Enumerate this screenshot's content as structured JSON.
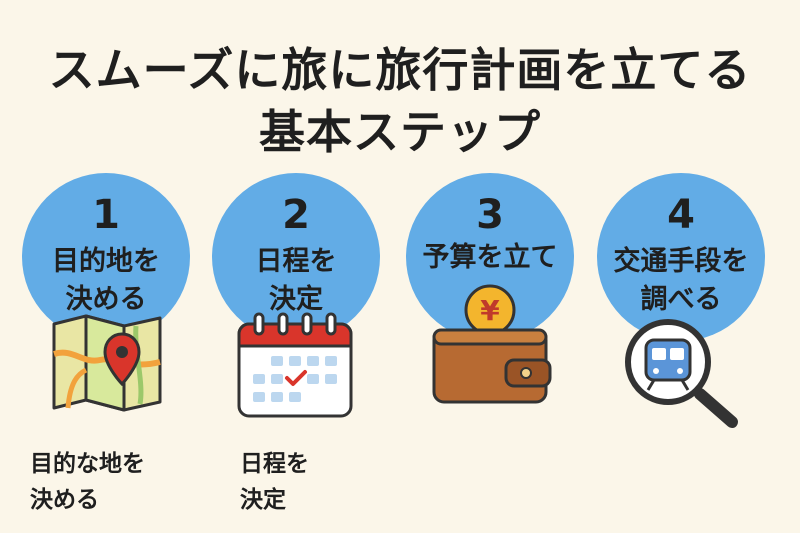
{
  "title": {
    "line1": "スムーズに旅に旅行計画を立てる",
    "line2": "基本ステップ"
  },
  "steps": [
    {
      "number": "1",
      "label": "目的地を\n決める",
      "icon": "map-pin-icon"
    },
    {
      "number": "2",
      "label": "日程を\n決定",
      "icon": "calendar-icon"
    },
    {
      "number": "3",
      "label": "予算を立て",
      "icon": "wallet-icon"
    },
    {
      "number": "4",
      "label": "交通手段を\n調べる",
      "icon": "train-magnifier-icon"
    }
  ],
  "coin_symbol": "¥",
  "captions": [
    {
      "text": "目的な地を\n決める"
    },
    {
      "text": "日程を\n決定"
    }
  ],
  "colors": {
    "background": "#fbf6e9",
    "circle": "#62ace6",
    "text": "#1f1f1f",
    "accent_red": "#d9352b",
    "coin": "#f3b52d",
    "wallet": "#b76a32"
  }
}
